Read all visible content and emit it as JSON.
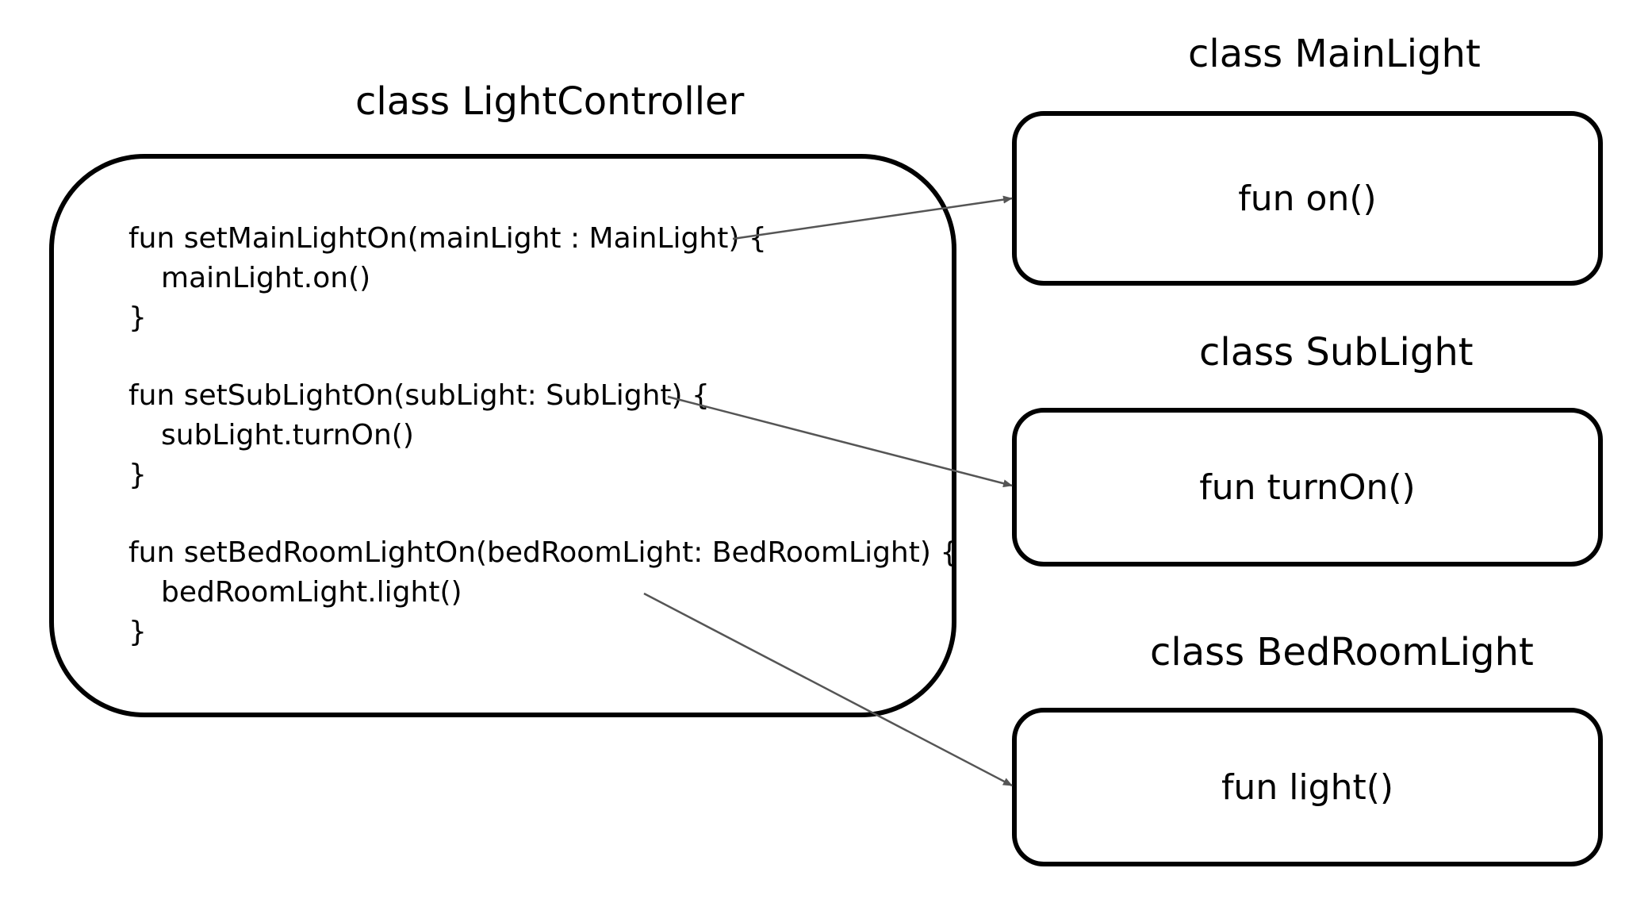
{
  "controller": {
    "title": "class LightController",
    "functions": [
      {
        "signature": "fun setMainLightOn(mainLight : MainLight) {",
        "body": "mainLight.on()",
        "close": "}"
      },
      {
        "signature": "fun setSubLightOn(subLight: SubLight) {",
        "body": "subLight.turnOn()",
        "close": "}"
      },
      {
        "signature": "fun setBedRoomLightOn(bedRoomLight: BedRoomLight) {",
        "body": "bedRoomLight.light()",
        "close": "}"
      }
    ]
  },
  "targets": [
    {
      "title": "class MainLight",
      "method": "fun on()"
    },
    {
      "title": "class SubLight",
      "method": "fun turnOn()"
    },
    {
      "title": "class BedRoomLight",
      "method": "fun light()"
    }
  ],
  "colors": {
    "stroke": "#000000",
    "arrow": "#555555",
    "background": "#ffffff"
  }
}
